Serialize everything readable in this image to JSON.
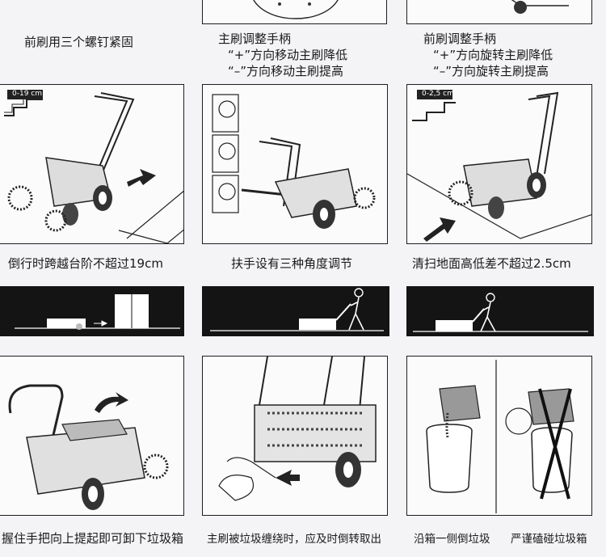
{
  "row1": {
    "left_caption": "前刷用三个螺钉紧固",
    "mid_caption": [
      "主刷调整手柄",
      "“+”方向移动主刷降低",
      "“–”方向移动主刷提高"
    ],
    "right_caption": [
      "前刷调整手柄",
      "“+”方向旋转主刷降低",
      "“–”方向旋转主刷提高"
    ]
  },
  "row2": {
    "left_tag": "0-19 cm",
    "right_tag": "0-2,5 cm",
    "left_caption": "倒行时跨越台阶不超过19cm",
    "mid_caption": "扶手设有三种角度调节",
    "right_caption": "清扫地面高低差不超过2.5cm"
  },
  "row4": {
    "left_caption": "握住手把向上提起即可卸下垃圾箱",
    "mid_caption": "主刷被垃圾缠绕时，应及时倒转取出",
    "right_caption_a": "沿箱一侧倒垃圾",
    "right_caption_b": "严谨磕碰垃圾箱"
  },
  "colors": {
    "panel_border": "#1e1e1e",
    "dark_band": "#141414",
    "background": "#f4f3f6"
  }
}
